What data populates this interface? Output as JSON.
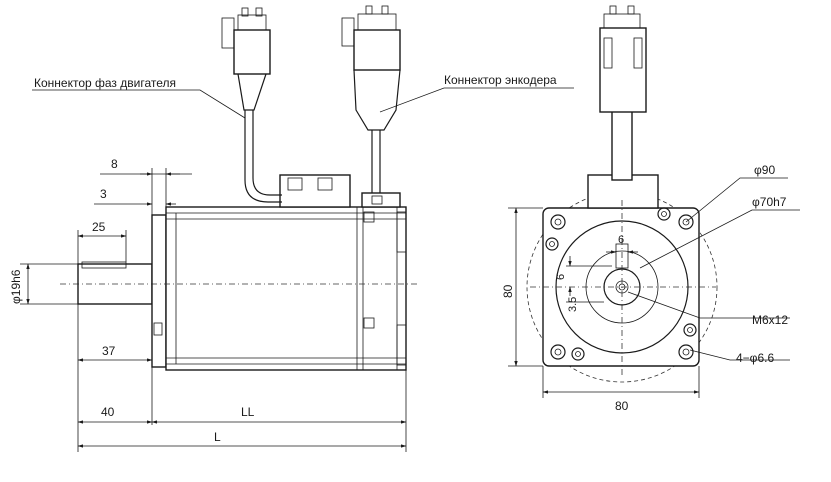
{
  "callouts": {
    "phase_connector": "Коннектор фаз двигателя",
    "encoder_connector": "Коннектор энкодера"
  },
  "side_view": {
    "dim_8": "8",
    "dim_3": "3",
    "dim_25": "25",
    "dim_shaft_dia": "φ19h6",
    "dim_37": "37",
    "dim_40": "40",
    "dim_LL": "LL",
    "dim_L": "L"
  },
  "front_view": {
    "dim_bolt_circle": "φ90",
    "dim_pilot": "φ70h7",
    "dim_key_width": "6",
    "dim_key_depth": "6",
    "dim_key_offset": "3.5",
    "dim_thread": "M6x12",
    "dim_mount_holes": "4−φ6.6",
    "dim_height": "80",
    "dim_width": "80"
  }
}
